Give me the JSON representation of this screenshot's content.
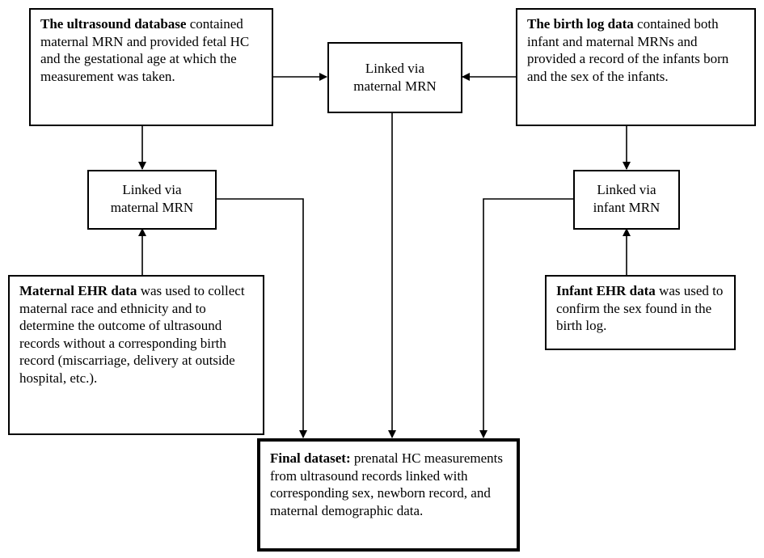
{
  "boxes": {
    "ultrasound": {
      "bold": "The ultrasound database",
      "text": "contained maternal MRN and provided fetal HC and the gestational age at which the measurement was taken."
    },
    "birth_log": {
      "bold": "The birth log data",
      "text": "contained both infant and maternal MRNs and provided a record of the infants born and the sex of the infants."
    },
    "link_top": {
      "line1": "Linked via",
      "line2": "maternal MRN"
    },
    "link_left": {
      "line1": "Linked via",
      "line2": "maternal MRN"
    },
    "link_right": {
      "line1": "Linked via",
      "line2": "infant MRN"
    },
    "maternal_ehr": {
      "bold": "Maternal EHR data",
      "text": "was used to collect maternal race and ethnicity and to determine the outcome of ultrasound records without a corresponding birth record (miscarriage, delivery at outside hospital, etc.)."
    },
    "infant_ehr": {
      "bold": "Infant EHR data",
      "text": "was used to confirm the sex found in the birth log."
    },
    "final": {
      "bold": "Final dataset:",
      "text": "prenatal HC measurements from ultrasound records linked with corresponding sex, newborn record, and maternal demographic data."
    }
  }
}
